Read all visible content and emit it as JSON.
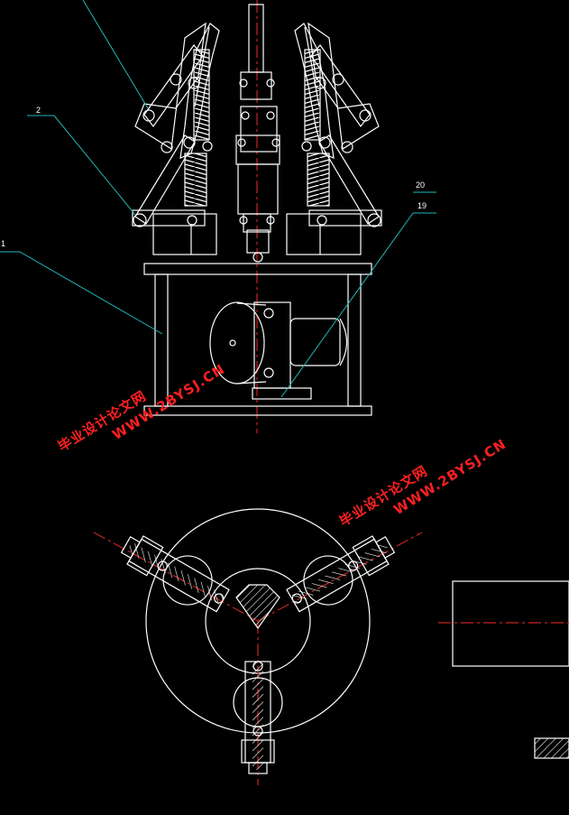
{
  "callouts": {
    "label_1": "1",
    "label_2": "2",
    "label_20": "20",
    "label_19": "19"
  },
  "watermarks": [
    {
      "zh": "毕业设计论文网",
      "url": "WWW.2BYSJ.CN"
    },
    {
      "zh": "毕业设计论文网",
      "url": "WWW.2BYSJ.CN"
    }
  ],
  "colors": {
    "background": "#000000",
    "line": "#ffffff",
    "centerline": "#cc2222",
    "leader": "#20b8b8",
    "watermark": "#ff2020"
  }
}
